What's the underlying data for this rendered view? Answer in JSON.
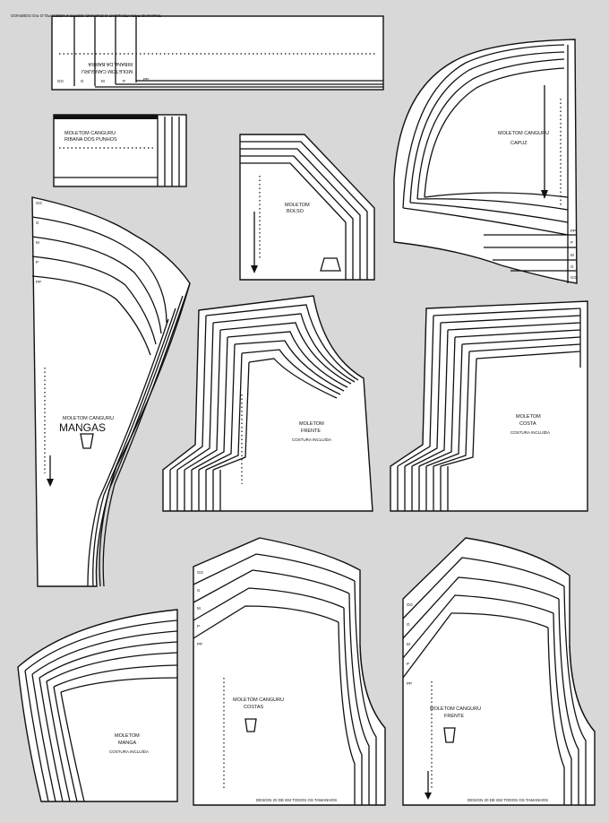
{
  "sizes": [
    "PP",
    "P",
    "M",
    "G",
    "GG"
  ],
  "pieces": {
    "barra": {
      "title": "MOLETOM CANGURU",
      "subtitle": "RIBANA DA BARRA",
      "note": "TAMANHO PARA REALIZAR O ENCAIXE, CORTE 2 VEZES PELO FIO DOBRADO"
    },
    "punhos": {
      "title": "MOLETOM CANGURU",
      "subtitle": "RIBANA DOS PUNHOS"
    },
    "capuz": {
      "title": "MOLETOM CANGURU",
      "subtitle": "CAPUZ"
    },
    "bolso": {
      "title": "MOLETOM",
      "subtitle": "BOLSO"
    },
    "mangas": {
      "title": "MOLETOM CANGURU",
      "subtitle": "MANGAS"
    },
    "frente": {
      "title": "MOLETOM",
      "subtitle": "FRENTE",
      "note": "COSTURA INCLUÍDA"
    },
    "costa": {
      "title": "MOLETOM",
      "subtitle": "COSTA",
      "note": "COSTURA INCLUÍDA"
    },
    "manga": {
      "title": "MOLETOM",
      "subtitle": "MANGA",
      "note": "COSTURA INCLUÍDA"
    },
    "costas": {
      "title": "MOLETOM CANGURU",
      "subtitle": "COSTAS",
      "footer": "DESIGN 20 DE EM TODOS OS TAMANHOS"
    },
    "frente2": {
      "title": "MOLETOM CANGURU",
      "subtitle": "FRENTE",
      "footer": "DESIGN 20 DE EM TODOS OS TAMANHOS"
    }
  }
}
